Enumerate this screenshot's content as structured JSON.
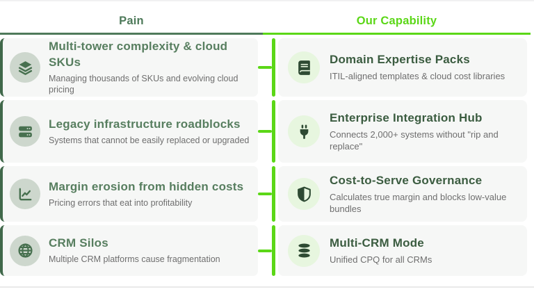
{
  "header": {
    "pain_label": "Pain",
    "capability_label": "Our Capability"
  },
  "colors": {
    "lime": "#5bd717",
    "dark_green": "#4e7a5a",
    "pain_title": "#577e5f",
    "cap_title": "#3b5c40",
    "card_bg": "#f6f7f6",
    "desc": "#6e6e6e"
  },
  "pain_items": [
    {
      "icon": "layers-icon",
      "title": "Multi-tower complexity & cloud SKUs",
      "description": "Managing thousands of SKUs and evolving cloud pricing"
    },
    {
      "icon": "server-icon",
      "title": "Legacy infrastructure roadblocks",
      "description": "Systems that cannot be easily replaced or upgraded"
    },
    {
      "icon": "line-chart-icon",
      "title": "Margin erosion from hidden costs",
      "description": "Pricing errors that eat into profitability"
    },
    {
      "icon": "globe-icon",
      "title": "CRM Silos",
      "description": "Multiple CRM platforms cause fragmentation"
    }
  ],
  "capability_items": [
    {
      "icon": "book-icon",
      "title": "Domain Expertise Packs",
      "description": "ITIL-aligned templates & cloud cost libraries"
    },
    {
      "icon": "plug-icon",
      "title": "Enterprise Integration Hub",
      "description": "Connects 2,000+ systems without \"rip and replace\""
    },
    {
      "icon": "shield-icon",
      "title": "Cost-to-Serve Governance",
      "description": "Calculates true margin and blocks low-value bundles"
    },
    {
      "icon": "database-icon",
      "title": "Multi-CRM Mode",
      "description": "Unified CPQ for all CRMs"
    }
  ]
}
